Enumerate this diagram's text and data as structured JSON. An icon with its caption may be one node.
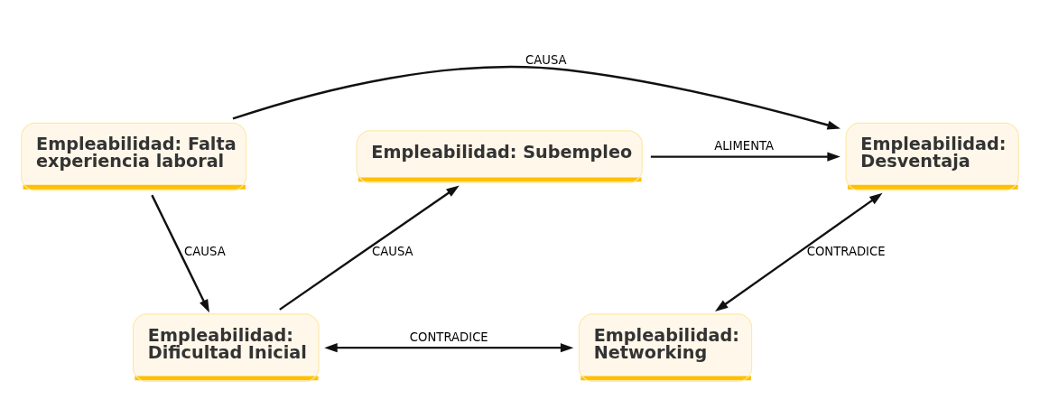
{
  "diagram": {
    "nodes": [
      {
        "text": [
          "Empleabilidad: Falta experiencia laboral"
        ]
      },
      {
        "text": [
          "Empleabilidad: Desventaja"
        ]
      },
      {
        "text": [
          "Empleabilidad: Subempleo"
        ]
      },
      {
        "text": [
          "Empleabilidad: Dificultad Inicial"
        ]
      },
      {
        "text": [
          "Empleabilidad: Networking"
        ]
      }
    ],
    "edges": [
      {
        "from": 0,
        "to": 1,
        "arrow": "to",
        "label": "CAUSA"
      },
      {
        "from": 2,
        "to": 1,
        "arrow": "to",
        "label": "ALIMENTA"
      },
      {
        "from": 0,
        "to": 3,
        "arrow": "to",
        "label": "CAUSA"
      },
      {
        "from": 3,
        "to": 2,
        "arrow": "to",
        "label": "CAUSA"
      },
      {
        "from": 1,
        "to": 4,
        "arrow": "both",
        "label": "CONTRADICE"
      },
      {
        "from": 3,
        "to": 4,
        "arrow": "both",
        "label": "CONTRADICE"
      }
    ]
  }
}
